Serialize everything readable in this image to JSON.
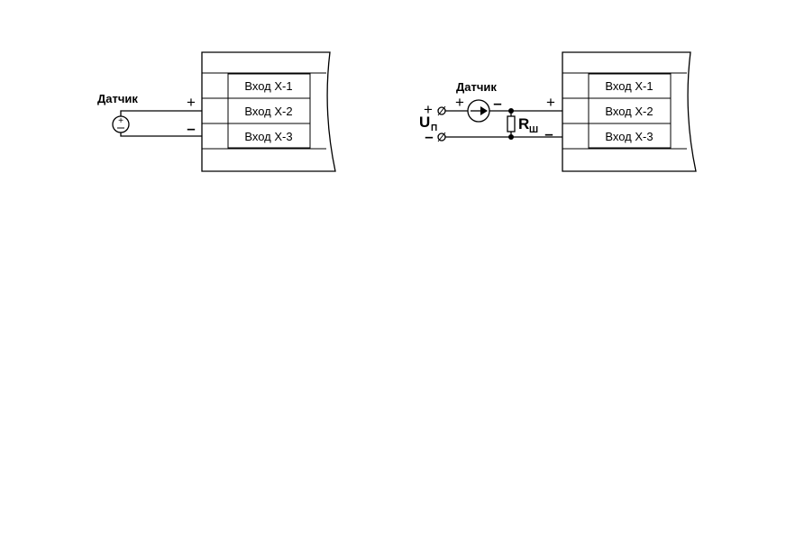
{
  "left_diagram": {
    "sensor_label": "Датчик",
    "plus": "+",
    "minus": "–",
    "inputs": [
      "Вход X-1",
      "Вход X-2",
      "Вход X-3"
    ]
  },
  "right_diagram": {
    "sensor_label": "Датчик",
    "supply_label": "U",
    "supply_sub": "П",
    "supply_plus": "+",
    "supply_minus": "–",
    "source_plus": "+",
    "source_minus": "–",
    "shunt_label": "R",
    "shunt_sub": "Ш",
    "input_plus": "+",
    "input_minus": "–",
    "inputs": [
      "Вход X-1",
      "Вход X-2",
      "Вход X-3"
    ]
  },
  "icons": {
    "voltage_source": "voltage-source-icon",
    "current_source": "current-source-icon",
    "resistor": "resistor-icon",
    "terminal": "terminal-icon"
  }
}
